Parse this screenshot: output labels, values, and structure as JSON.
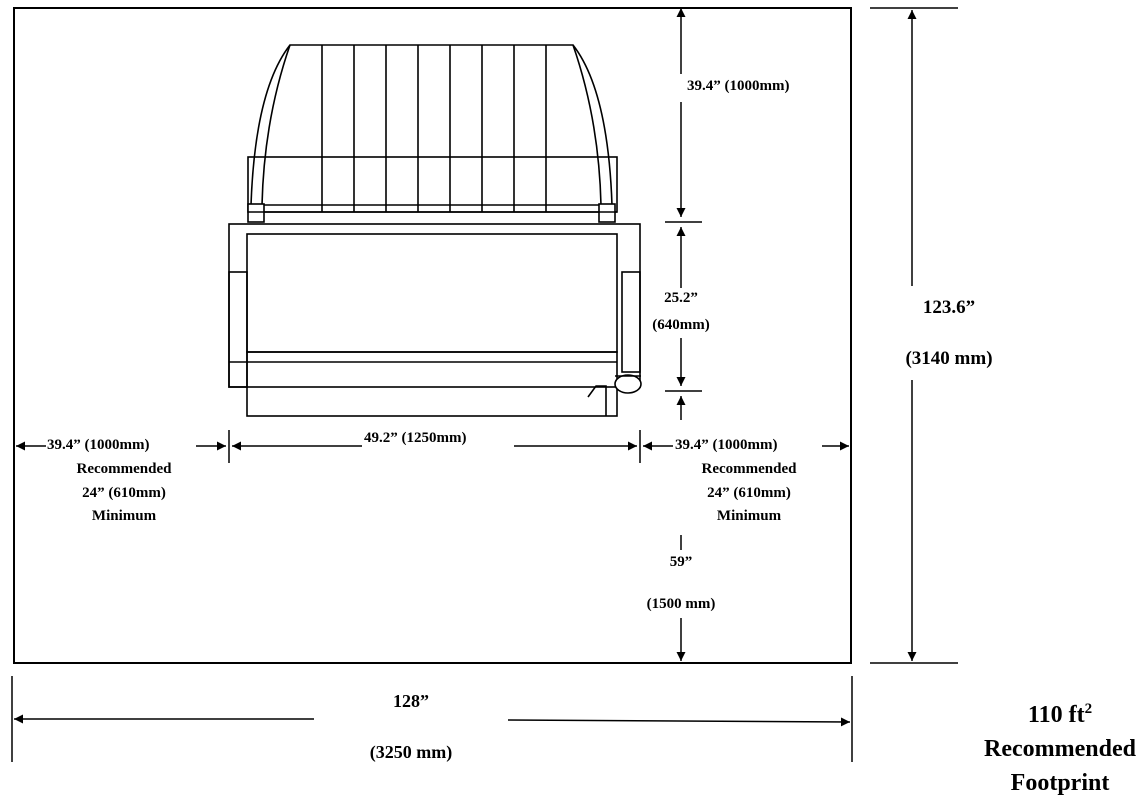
{
  "dimensions": {
    "top_clearance": "39.4” (1000mm)",
    "depth_in": "25.2”",
    "depth_mm": "(640mm)",
    "left_side": "39.4” (1000mm)",
    "width": "49.2” (1250mm)",
    "right_side": "39.4” (1000mm)",
    "recommended": "Recommended",
    "minimum_value": "24” (610mm)",
    "minimum": "Minimum",
    "front_in": "59”",
    "front_mm": "(1500 mm)",
    "total_height_in": "123.6”",
    "total_height_mm": "(3140 mm)",
    "total_width_in": "128”",
    "total_width_mm": "(3250 mm)"
  },
  "footprint": {
    "area_value": "110 ft",
    "area_sup": "2",
    "line1": "Recommended",
    "line2": "Footprint"
  }
}
